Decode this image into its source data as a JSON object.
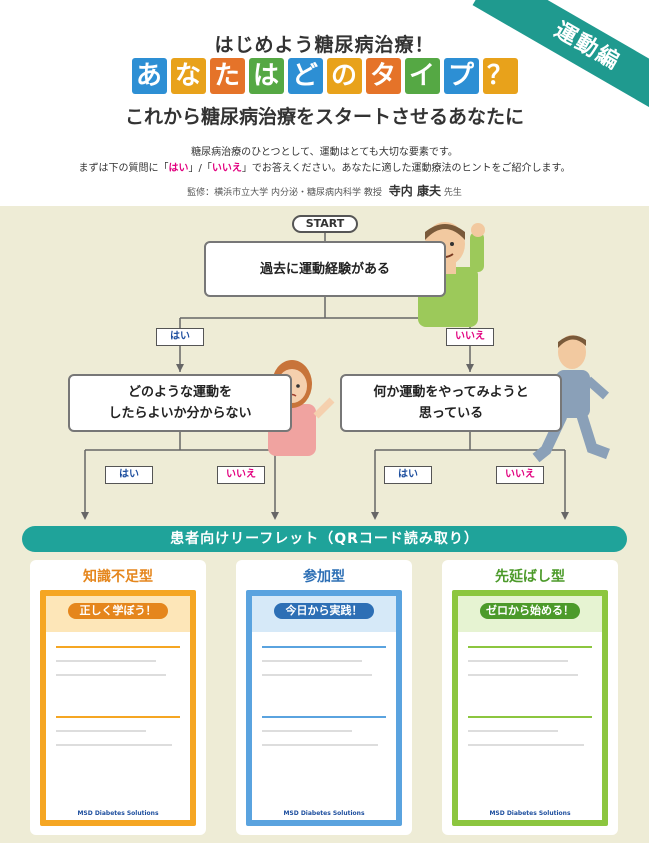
{
  "header": {
    "tagline": "はじめよう糖尿病治療！",
    "title_chars": [
      "あ",
      "な",
      "た",
      "は",
      "ど",
      "の",
      "タ",
      "イ",
      "プ",
      "？"
    ],
    "title_colors": [
      "#2d8fd4",
      "#e8a21b",
      "#e57329",
      "#55a844",
      "#2d8fd4",
      "#e8a21b",
      "#e57329",
      "#55a844",
      "#2d8fd4",
      "#e8a21b"
    ],
    "subtitle": "これから糖尿病治療をスタートさせるあなたに",
    "ribbon": "運動編",
    "intro_line1": "糖尿病治療のひとつとして、運動はとても大切な要素です。",
    "intro_line2_pre": "まずは下の質問に「",
    "intro_yes": "はい",
    "intro_mid": "」/「",
    "intro_no": "いいえ",
    "intro_line2_post": "」でお答えください。あなたに適した運動療法のヒントをご紹介します。",
    "supervisor_label": "監修：横浜市立大学 内分泌・糖尿病内科学 教授",
    "supervisor_name": "寺内 康夫",
    "supervisor_honorific": "先生"
  },
  "flow": {
    "start": "START",
    "q1": "過去に運動経験がある",
    "q2_line1": "どのような運動を",
    "q2_line2": "したらよいか分からない",
    "q3_line1": "何か運動をやってみようと",
    "q3_line2": "思っている",
    "yes": "はい",
    "no": "いいえ"
  },
  "banner": "患者向けリーフレット（QRコード読み取り）",
  "cards": [
    {
      "title": "知識不足型",
      "color": "#e5861c",
      "bg": "#f5a623",
      "leaflet_title": "正しく学ぼう！"
    },
    {
      "title": "参加型",
      "color": "#2d6fb5",
      "bg": "#5aa3df",
      "leaflet_title": "今日から実践！"
    },
    {
      "title": "先延ばし型",
      "color": "#4c9a2a",
      "bg": "#8cc63f",
      "leaflet_title": "ゼロから始める！"
    }
  ],
  "leaflet_footer": "MSD Diabetes Solutions"
}
